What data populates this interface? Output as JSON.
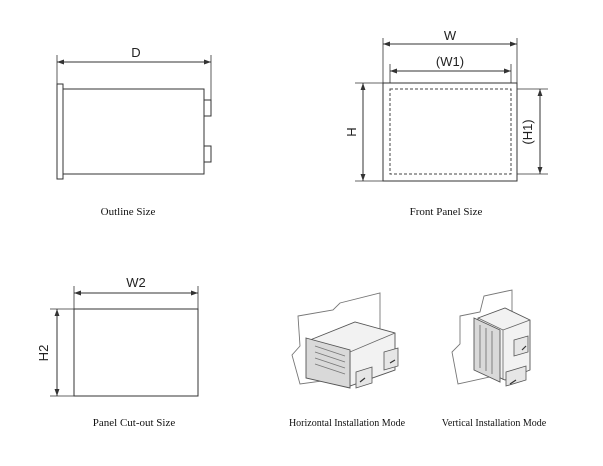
{
  "labels": {
    "outline_dim": "D",
    "front_width": "W",
    "front_inner_width": "(W1)",
    "front_height": "H",
    "front_inner_height": "(H1)",
    "cutout_width": "W2",
    "cutout_height": "H2"
  },
  "captions": {
    "outline": "Outline Size",
    "front_panel": "Front Panel Size",
    "cutout": "Panel Cut-out Size",
    "horizontal": "Horizontal Installation Mode",
    "vertical": "Vertical Installation Mode"
  },
  "colors": {
    "line": "#333333",
    "background": "#ffffff"
  }
}
